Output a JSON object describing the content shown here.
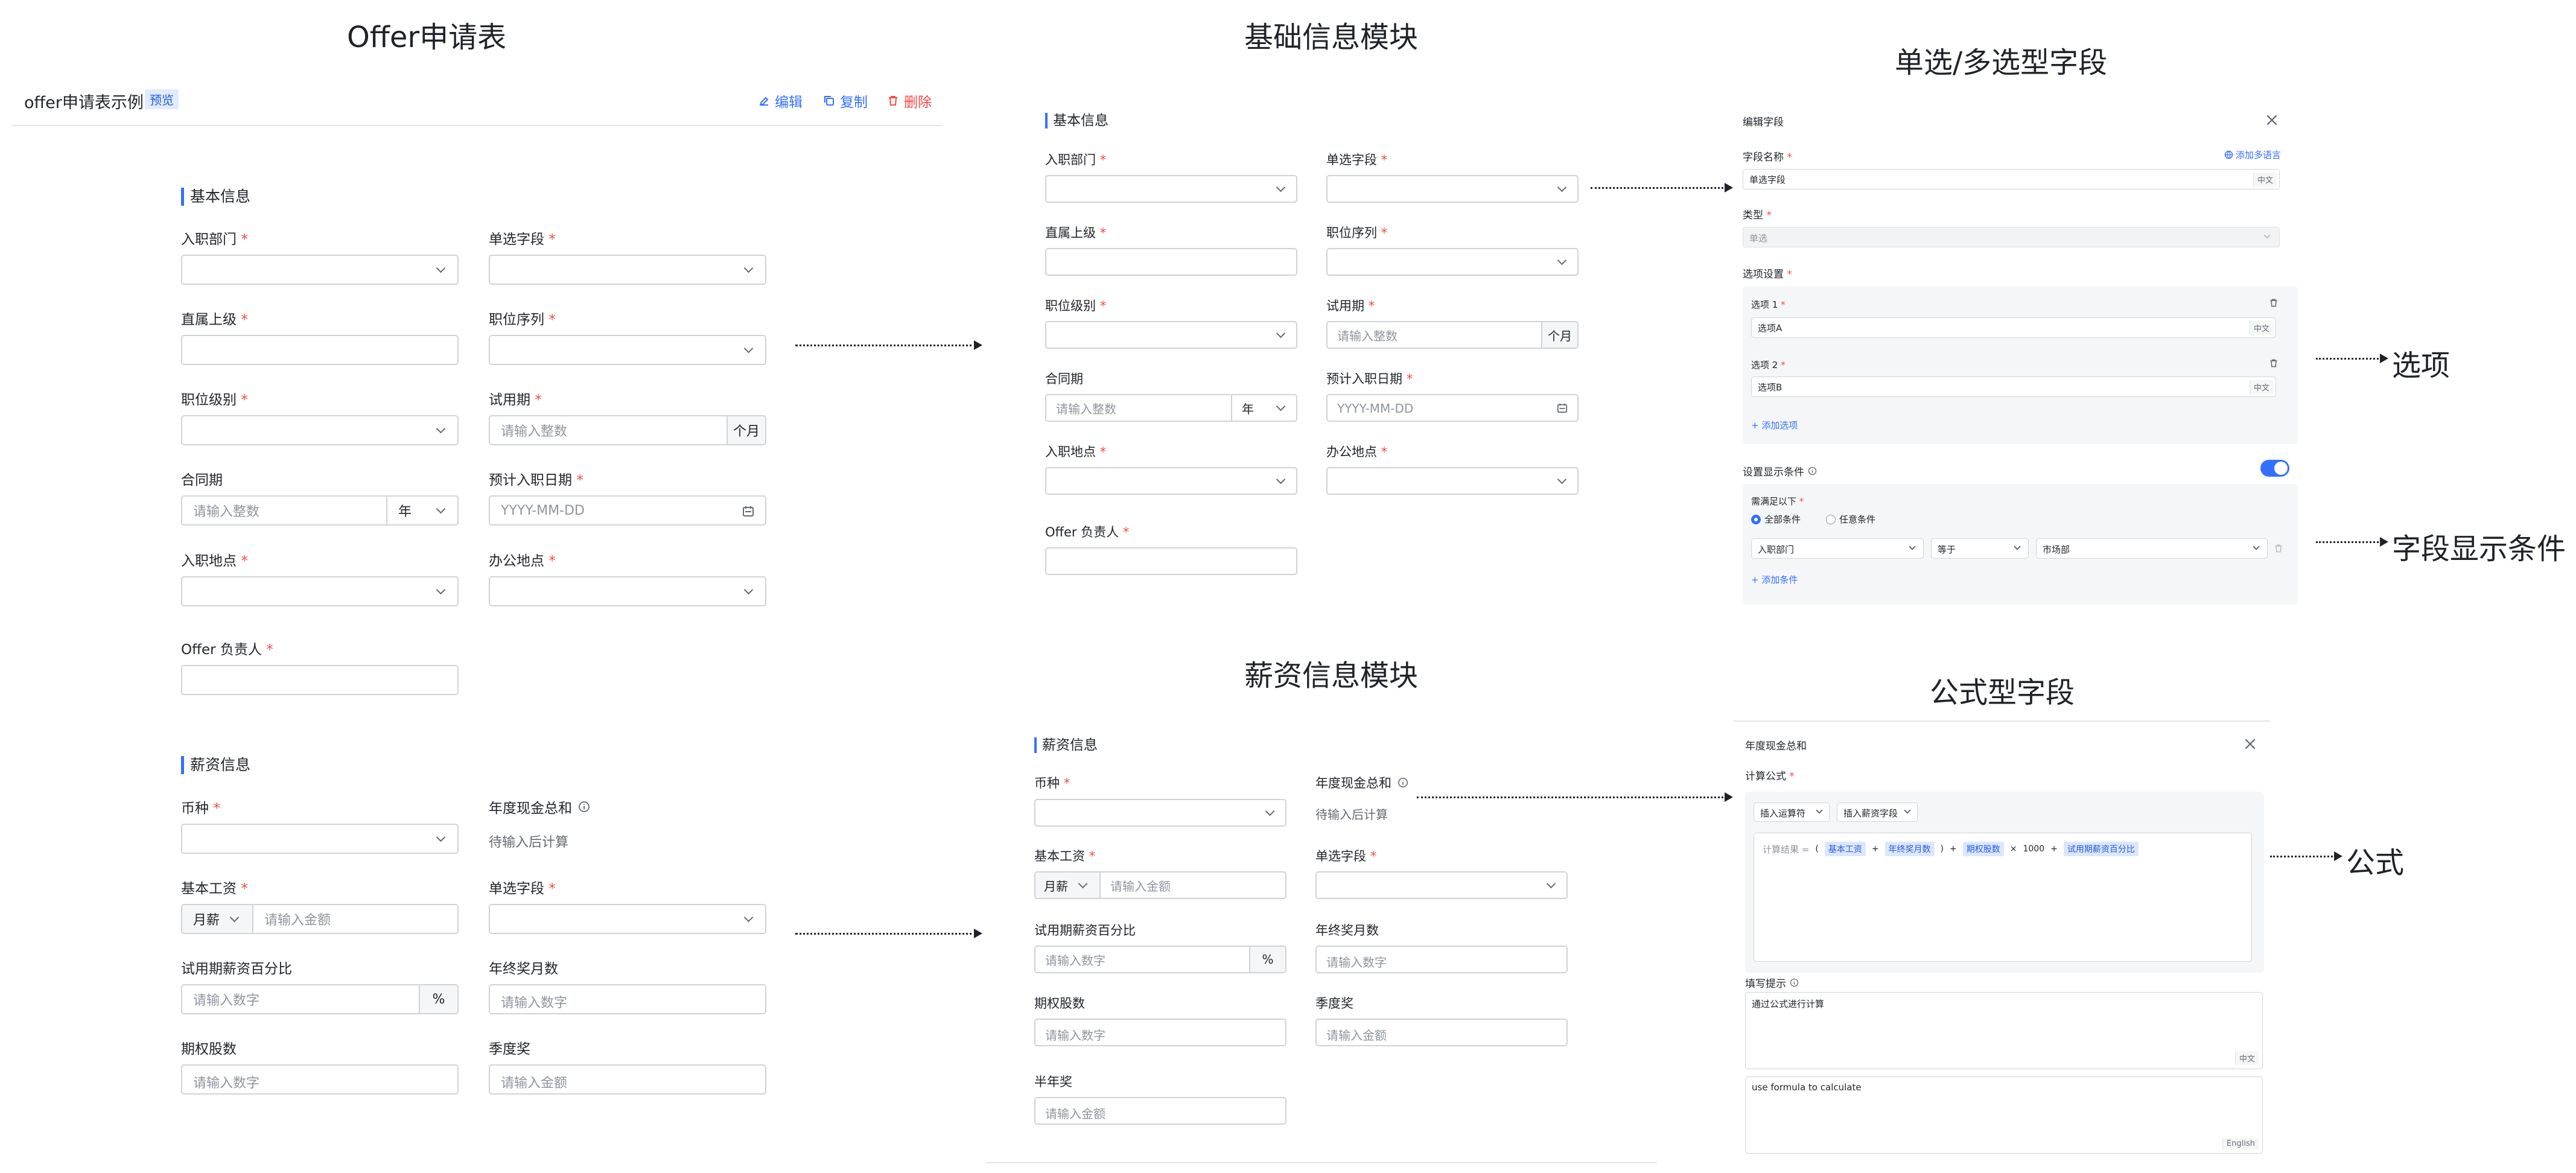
{
  "titles": {
    "offer_form": "Offer申请表",
    "basic_module": "基础信息模块",
    "salary_module": "薪资信息模块",
    "choice_field": "单选/多选型字段",
    "formula_field": "公式型字段"
  },
  "annotations": {
    "options": "选项",
    "display_conditions": "字段显示条件",
    "formula": "公式"
  },
  "form": {
    "name": "offer申请表示例",
    "preview_badge": "预览",
    "edit": "编辑",
    "copy": "复制",
    "delete": "删除"
  },
  "basic": {
    "section_title": "基本信息",
    "dept": "入职部门",
    "single_choice": "单选字段",
    "manager": "直属上级",
    "job_series": "职位序列",
    "job_level": "职位级别",
    "probation": "试用期",
    "probation_placeholder": "请输入整数",
    "probation_unit": "个月",
    "contract": "合同期",
    "contract_placeholder": "请输入整数",
    "contract_unit": "年",
    "entry_date": "预计入职日期",
    "date_placeholder": "YYYY-MM-DD",
    "entry_location": "入职地点",
    "office_location": "办公地点",
    "offer_owner": "Offer 负责人"
  },
  "salary": {
    "section_title": "薪资信息",
    "currency": "币种",
    "annual_cash": "年度现金总和",
    "pending_calc": "待输入后计算",
    "base_salary": "基本工资",
    "monthly": "月薪",
    "amount_placeholder": "请输入金额",
    "single_choice": "单选字段",
    "probation_pct": "试用期薪资百分比",
    "number_placeholder": "请输入数字",
    "pct_unit": "%",
    "annual_bonus_months": "年终奖月数",
    "stock_options": "期权股数",
    "quarterly_bonus": "季度奖",
    "half_year_bonus": "半年奖"
  },
  "edit_field": {
    "title": "编辑字段",
    "field_name_label": "字段名称",
    "add_language": "添加多语言",
    "field_name_value": "单选字段",
    "lang_zh": "中文",
    "type_label": "类型",
    "type_value": "单选",
    "options_label": "选项设置",
    "option1_label": "选项 1",
    "option1_value": "选项A",
    "option2_label": "选项 2",
    "option2_value": "选项B",
    "add_option": "+ 添加选项",
    "display_cond_label": "设置显示条件",
    "must_satisfy": "需满足以下",
    "all_conditions": "全部条件",
    "any_condition": "任意条件",
    "cond_field": "入职部门",
    "cond_op": "等于",
    "cond_value": "市场部",
    "add_condition": "+ 添加条件"
  },
  "formula_field": {
    "title": "年度现金总和",
    "formula_label": "计算公式",
    "insert_operator": "插入运算符",
    "insert_salary_field": "插入薪资字段",
    "result_label": "计算结果 =",
    "paren_open": "(",
    "base_salary_tag": "基本工资",
    "plus1": "+",
    "bonus_months_tag": "年终奖月数",
    "paren_close": ")",
    "plus2": "+",
    "stock_tag": "期权股数",
    "times": "×",
    "thousand": "1000",
    "plus3": "+",
    "probation_pct_tag": "试用期薪资百分比",
    "hint_label": "填写提示",
    "hint_zh": "通过公式进行计算",
    "lang_zh": "中文",
    "hint_en": "use formula to calculate",
    "lang_en": "English"
  },
  "colors": {
    "accent": "#3370ff",
    "required": "#f54a45",
    "delete": "#f54a45",
    "border": "#d0d3d6"
  }
}
